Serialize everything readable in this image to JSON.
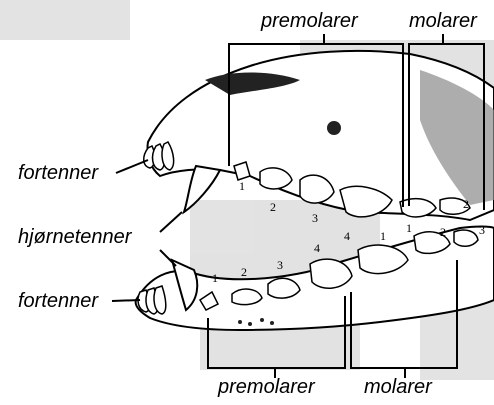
{
  "labels": {
    "premolarer_top": "premolarer",
    "molarer_top": "molarer",
    "fortenner_upper": "fortenner",
    "hjornetenner": "hjørnetenner",
    "fortenner_lower": "fortenner",
    "premolarer_bottom": "premolarer",
    "molarer_bottom": "molarer"
  },
  "upper_tooth_numbers": [
    "1",
    "2",
    "3",
    "4",
    "1",
    "2"
  ],
  "lower_tooth_numbers": [
    "1",
    "2",
    "3",
    "4",
    "1",
    "2",
    "3"
  ],
  "colors": {
    "ink": "#000000",
    "bone": "#ffffff",
    "background": "#ffffff",
    "shade": "#8a8a8a"
  }
}
